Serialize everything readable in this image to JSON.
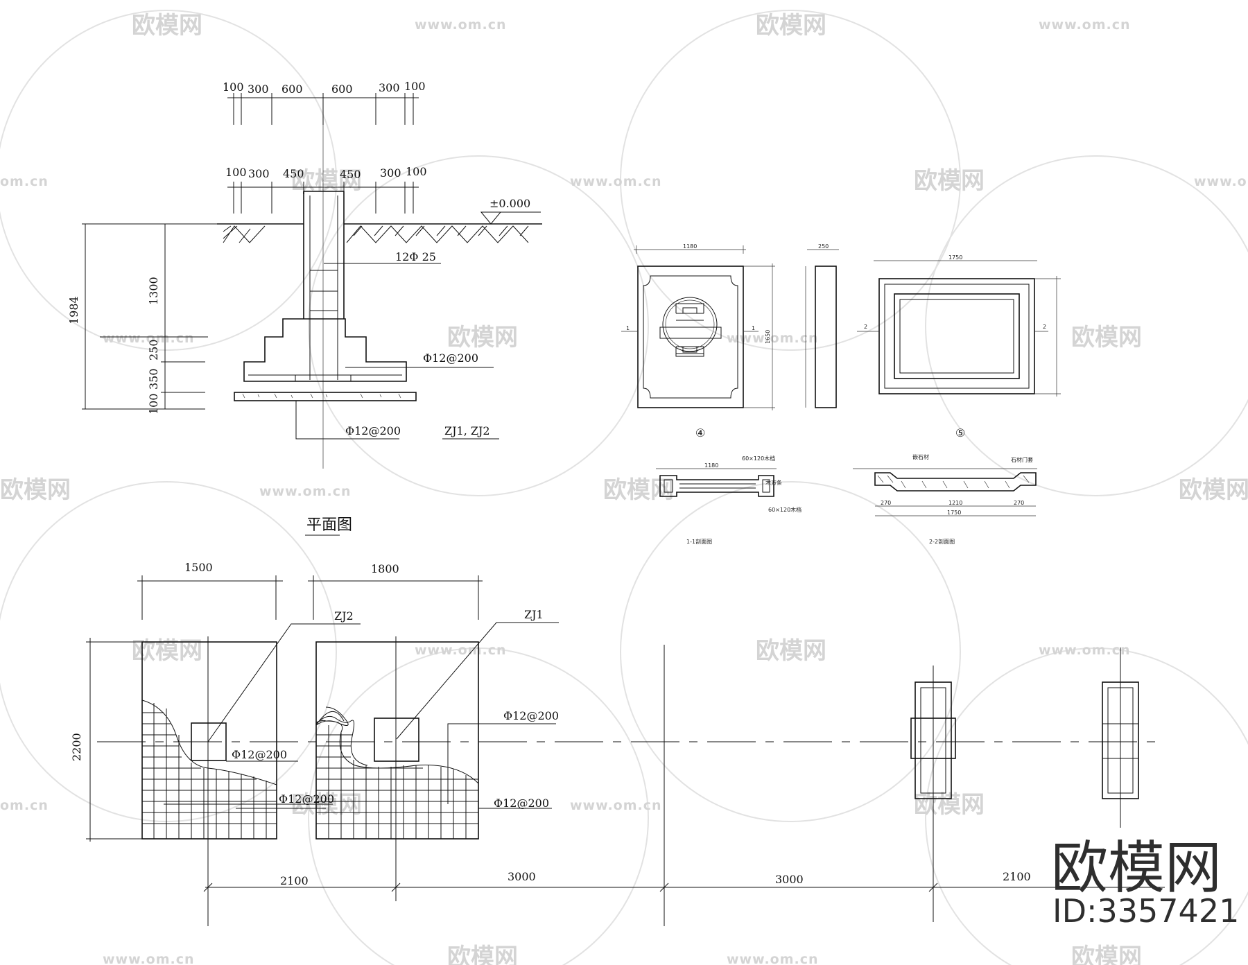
{
  "watermark": {
    "brand": "欧模网",
    "url": "www.om.cn",
    "url_short": "om.cn",
    "brand_cut": "欧模网"
  },
  "logo": {
    "text": "欧模网",
    "id": "ID:3357421"
  },
  "section": {
    "top_dims": [
      "100",
      "300",
      "600",
      "600",
      "300",
      "100"
    ],
    "mid_dims": [
      "100",
      "300",
      "450",
      "450",
      "300",
      "100"
    ],
    "ground_level": "±0.000",
    "height_total": "1984",
    "heights": [
      "1300",
      "250",
      "350",
      "100"
    ],
    "rebar_col": "12Φ 25",
    "rebar_step": "Φ12@200",
    "rebar_base": "Φ12@200",
    "tag": "ZJ1, ZJ2"
  },
  "plan": {
    "title": "平面图",
    "widths": [
      "1500",
      "1800"
    ],
    "tags": [
      "ZJ2",
      "ZJ1"
    ],
    "height": "2200",
    "rebar": [
      "Φ12@200",
      "Φ12@200",
      "Φ12@200",
      "Φ12@200"
    ],
    "spacing": [
      "2100",
      "3000",
      "3000",
      "2100"
    ]
  },
  "details": {
    "d4": "④",
    "d5": "⑤",
    "s1": "1-1剖面图",
    "s2": "2-2剖面图",
    "d4_w": "1180",
    "d4_w2": "250",
    "d5_w": "1750",
    "s1_w": "1180",
    "s2_w": "1750",
    "s2_parts": [
      "270",
      "1210",
      "270"
    ],
    "d4_h": "1650",
    "d4_marks": [
      "1",
      "1"
    ],
    "d5_marks": [
      "2",
      "2"
    ],
    "s1_notes": [
      "60×120木档",
      "木方条",
      "60×120木档"
    ],
    "s2_notes": [
      "嵌石材",
      "石材门套"
    ]
  }
}
